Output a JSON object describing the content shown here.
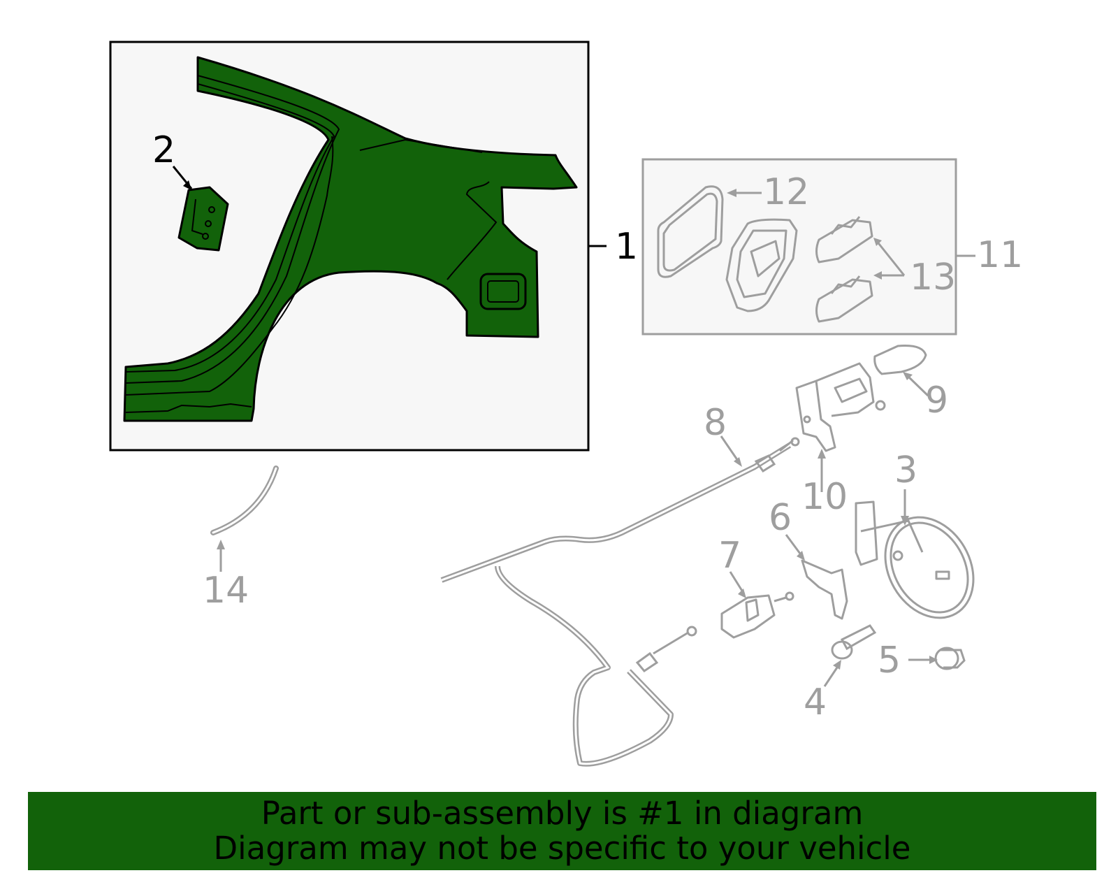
{
  "colors": {
    "highlight": "#12620a",
    "panel_background": "#f7f7f7",
    "dimmed_part": "#9e9e9e",
    "outline": "#000000",
    "banner_background": "#12620a",
    "banner_text": "#000000"
  },
  "callouts": {
    "c1": "1",
    "c2": "2",
    "c3": "3",
    "c4": "4",
    "c5": "5",
    "c6": "6",
    "c7": "7",
    "c8": "8",
    "c9": "9",
    "c10": "10",
    "c11": "11",
    "c12": "12",
    "c13": "13",
    "c14": "14"
  },
  "footer": {
    "line1": "Part or sub-assembly is #1 in diagram",
    "line2": "Diagram may not be specific to your vehicle"
  }
}
